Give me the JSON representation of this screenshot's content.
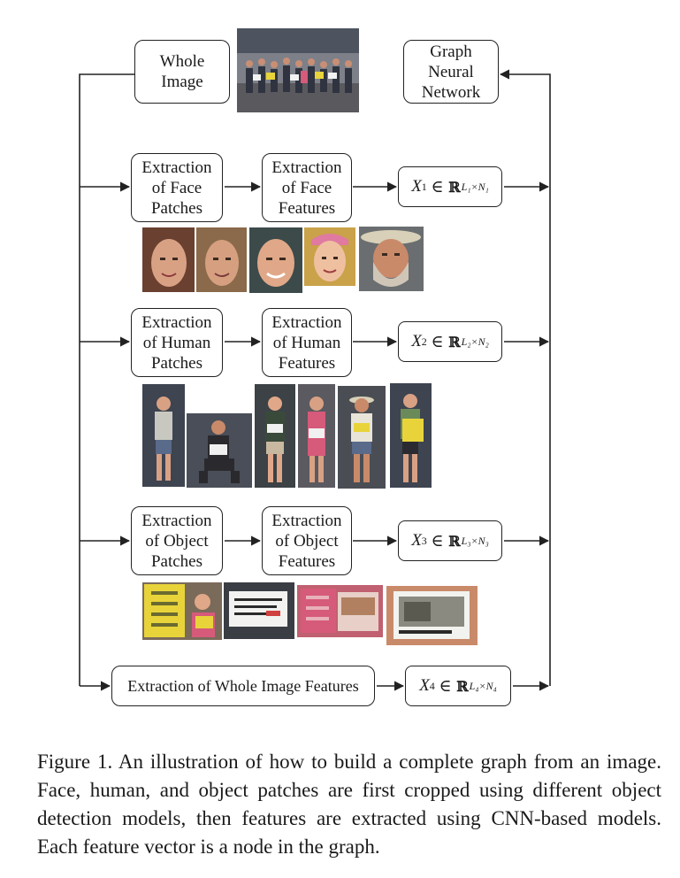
{
  "nodes": {
    "whole_image": "Whole\nImage",
    "gnn": "Graph\nNeural\nNetwork",
    "face_patches": "Extraction\nof Face\nPatches",
    "face_features": "Extraction\nof Face\nFeatures",
    "human_patches": "Extraction\nof Human\nPatches",
    "human_features": "Extraction\nof Human\nFeatures",
    "object_patches": "Extraction\nof Object\nPatches",
    "object_features": "Extraction\nof Object\nFeatures",
    "whole_features": "Extraction of Whole Image Features"
  },
  "vectors": {
    "x1": {
      "var": "X",
      "sub": "1",
      "set": "ℝ",
      "sup": "L₁×N₁"
    },
    "x2": {
      "var": "X",
      "sub": "2",
      "set": "ℝ",
      "sup": "L₂×N₂"
    },
    "x3": {
      "var": "X",
      "sub": "3",
      "set": "ℝ",
      "sup": "L₃×N₃"
    },
    "x4": {
      "var": "X",
      "sub": "4",
      "set": "ℝ",
      "sup": "L₄×N₄"
    }
  },
  "caption": "Figure 1. An illustration of how to build a complete graph from an image. Face, human, and object patches are first cropped using different object detection models, then features are extracted using CNN-based models. Each feature vector is a node in the graph.",
  "colors": {
    "line": "#222222",
    "photo_dark": "#3a3f4a",
    "sign_yellow": "#e8d43a",
    "skin": "#d99a7a"
  }
}
